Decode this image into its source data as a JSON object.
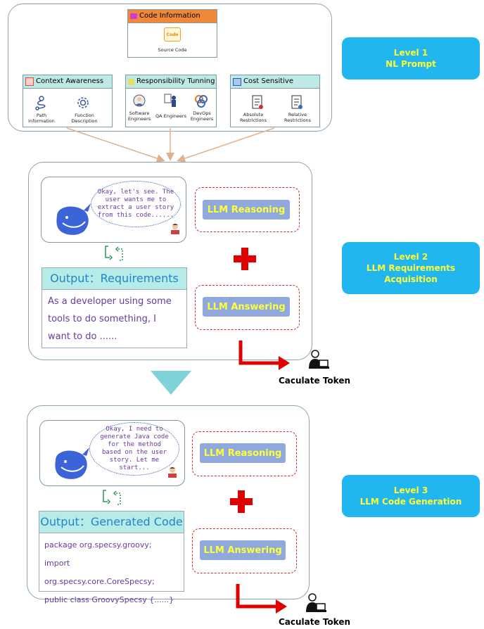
{
  "level1": {
    "code_info": {
      "title": "Code Information",
      "icon_label": "Code",
      "label": "Source Code"
    },
    "context": {
      "title": "Context Awareness",
      "items": [
        "Path Information",
        "Function Description"
      ]
    },
    "responsibility": {
      "title": "Responsibility Tunning",
      "items": [
        "Software Engineers",
        "QA Engineers",
        "DevOps Engineers"
      ]
    },
    "cost": {
      "title": "Cost Sensitive",
      "items": [
        "Absolute Restrictions",
        "Relative Restrictions"
      ]
    },
    "badge": {
      "line1": "Level 1",
      "line2": "NL Prompt"
    }
  },
  "level2": {
    "bubble": "Okay, let's see. The user wants me to extract a user story from this code......",
    "reasoning": "LLM Reasoning",
    "answering": "LLM Answering",
    "output_title": "Output：Requirements",
    "output_text": "As a developer using some tools to do something, I want to do ......",
    "token": "Caculate Token",
    "badge": {
      "line1": "Level 2",
      "line2": "LLM Requirements",
      "line3": "Acquisition"
    }
  },
  "level3": {
    "bubble": "Okay, I need to generate Java code for the method based on the user story. Let me start...",
    "reasoning": "LLM Reasoning",
    "answering": "LLM Answering",
    "output_title": "Output：Generated Code",
    "code_lines": [
      "package org.specsy.groovy;",
      "import org.specsy.core.CoreSpecsy;",
      "public class GroovySpecsy {......}"
    ],
    "token": "Caculate Token",
    "badge": {
      "line1": "Level 3",
      "line2": "LLM Code Generation"
    }
  },
  "colors": {
    "level_bg": "#22b6f0",
    "level_text": "#ffff33",
    "llm_btn": "#8fa9dc",
    "red": "#e00000",
    "teal": "#7fd3d8"
  }
}
